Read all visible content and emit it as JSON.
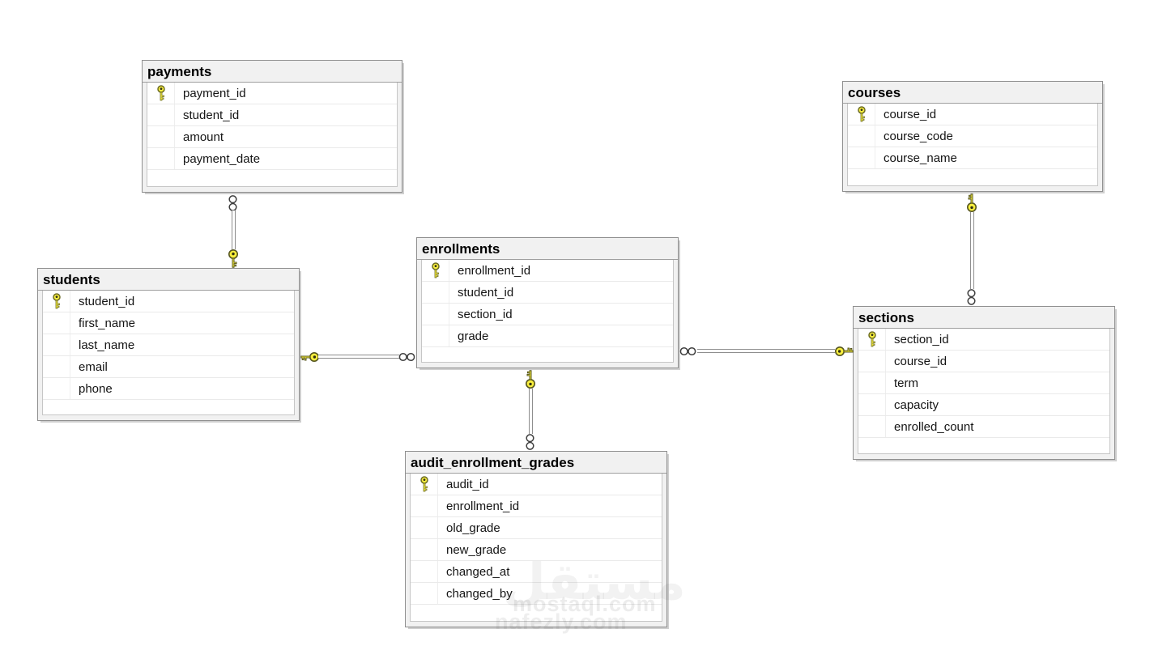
{
  "tables": {
    "payments": {
      "title": "payments",
      "primary_key": "payment_id",
      "columns": [
        "payment_id",
        "student_id",
        "amount",
        "payment_date"
      ]
    },
    "students": {
      "title": "students",
      "primary_key": "student_id",
      "columns": [
        "student_id",
        "first_name",
        "last_name",
        "email",
        "phone"
      ]
    },
    "enrollments": {
      "title": "enrollments",
      "primary_key": "enrollment_id",
      "columns": [
        "enrollment_id",
        "student_id",
        "section_id",
        "grade"
      ]
    },
    "courses": {
      "title": "courses",
      "primary_key": "course_id",
      "columns": [
        "course_id",
        "course_code",
        "course_name"
      ]
    },
    "sections": {
      "title": "sections",
      "primary_key": "section_id",
      "columns": [
        "section_id",
        "course_id",
        "term",
        "capacity",
        "enrolled_count"
      ]
    },
    "audit_enrollment_grades": {
      "title": "audit_enrollment_grades",
      "primary_key": "audit_id",
      "columns": [
        "audit_id",
        "enrollment_id",
        "old_grade",
        "new_grade",
        "changed_at",
        "changed_by"
      ]
    }
  },
  "relationships": [
    {
      "one_side": "students",
      "many_side": "payments",
      "orientation": "vertical"
    },
    {
      "one_side": "students",
      "many_side": "enrollments",
      "orientation": "horizontal"
    },
    {
      "one_side": "sections",
      "many_side": "enrollments",
      "orientation": "horizontal"
    },
    {
      "one_side": "courses",
      "many_side": "sections",
      "orientation": "vertical"
    },
    {
      "one_side": "enrollments",
      "many_side": "audit_enrollment_grades",
      "orientation": "vertical"
    }
  ],
  "watermark": {
    "logo_text": "مستقل",
    "line1": "mostaql.com",
    "line2": "nafezly.com"
  },
  "colors": {
    "primary_key_yellow": "#f9ef3e",
    "table_header_bg": "#f1f1f1",
    "table_border": "#8f8f8f",
    "row_divider": "#eaeaea",
    "relationship_line": "#8e8e8e",
    "background": "#ffffff"
  }
}
